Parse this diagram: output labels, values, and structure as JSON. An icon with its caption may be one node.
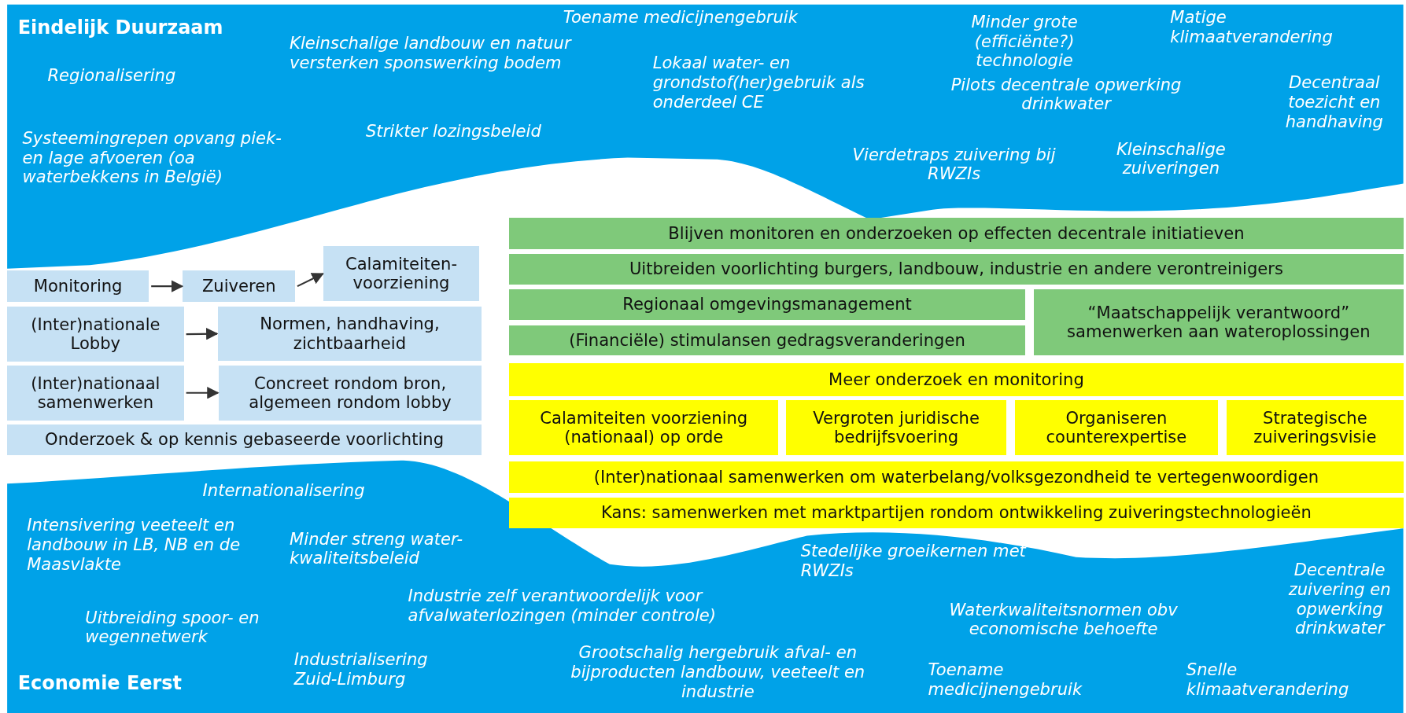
{
  "diagram": {
    "nodes": [
      {
        "text": [
          "Monitoring"
        ]
      },
      {
        "text": [
          "Zuiveren"
        ]
      },
      {
        "text": [
          "Calamiteiten-voorziening"
        ]
      },
      {
        "text": [
          "(Inter)nationale Lobby"
        ]
      },
      {
        "text": [
          "Normen, handhaving, zichtbaarheid"
        ]
      },
      {
        "text": [
          "(Inter)nationaal samenwerken"
        ]
      },
      {
        "text": [
          "Concreet rondom bron, algemeen rondom lobby"
        ]
      },
      {
        "text": [
          "Onderzoek & op kennis gebaseerde voorlichting"
        ]
      },
      {
        "text": [
          "Blijven monitoren en onderzoeken op effecten decentrale initiatieven"
        ]
      },
      {
        "text": [
          "Uitbreiden voorlichting burgers, landbouw, industrie en andere verontreinigers"
        ]
      },
      {
        "text": [
          "Regionaal omgevingsmanagement"
        ]
      },
      {
        "text": [
          "“Maatschappelijk verantwoord” samenwerken aan wateroplossingen"
        ]
      },
      {
        "text": [
          "(Financiële) stimulansen gedragsveranderingen"
        ]
      },
      {
        "text": [
          "Meer onderzoek en monitoring"
        ]
      },
      {
        "text": [
          "Calamiteiten voorziening (nationaal) op orde"
        ]
      },
      {
        "text": [
          "Vergroten juridische bedrijfsvoering"
        ]
      },
      {
        "text": [
          "Organiseren counterexpertise"
        ]
      },
      {
        "text": [
          "Strategische zuiveringsvisie"
        ]
      },
      {
        "text": [
          "(Inter)nationaal samenwerken om waterbelang/volksgezondheid te vertegenwoordigen"
        ]
      },
      {
        "text": [
          "Kans: samenwerken met marktpartijen rondom ontwikkeling zuiveringstechnologieën"
        ]
      }
    ],
    "edges": [
      {
        "from": 0,
        "to": 1,
        "arrow": "to"
      },
      {
        "from": 1,
        "to": 2,
        "arrow": "to"
      },
      {
        "from": 3,
        "to": 4,
        "arrow": "to"
      },
      {
        "from": 5,
        "to": 6,
        "arrow": "to"
      }
    ],
    "labels": [
      "Eindelijk Duurzaam",
      "Toename medicijnengebruik",
      "Minder grote (efficiënte?) technologie",
      "Matige klimaatverandering",
      "Kleinschalige landbouw en natuur versterken sponswerking bodem",
      "Regionalisering",
      "Lokaal water- en grondstof(her)gebruik als onderdeel CE",
      "Pilots decentrale opwerking drinkwater",
      "Decentraal toezicht en handhaving",
      "Strikter lozingsbeleid",
      "Systeemingrepen opvang piek- en lage afvoeren (oa waterbekkens in België)",
      "Vierdetraps zuivering bij RWZIs",
      "Kleinschalige zuiveringen",
      "Internationalisering",
      "Intensivering veeteelt en landbouw in LB, NB en de Maasvlakte",
      "Minder streng water-kwaliteitsbeleid",
      "Stedelijke groeikernen met RWZIs",
      "Decentrale zuivering en opwerking drinkwater",
      "Industrie zelf verantwoordelijk voor afvalwaterlozingen (minder controle)",
      "Uitbreiding spoor- en wegennetwerk",
      "Waterkwaliteitsnormen obv economische behoefte",
      "Industrialisering Zuid-Limburg",
      "Grootschalig hergebruik afval- en bijproducten landbouw, veeteelt en industrie",
      "Toename medicijnengebruik",
      "Snelle klimaatverandering",
      "Economie Eerst"
    ]
  }
}
